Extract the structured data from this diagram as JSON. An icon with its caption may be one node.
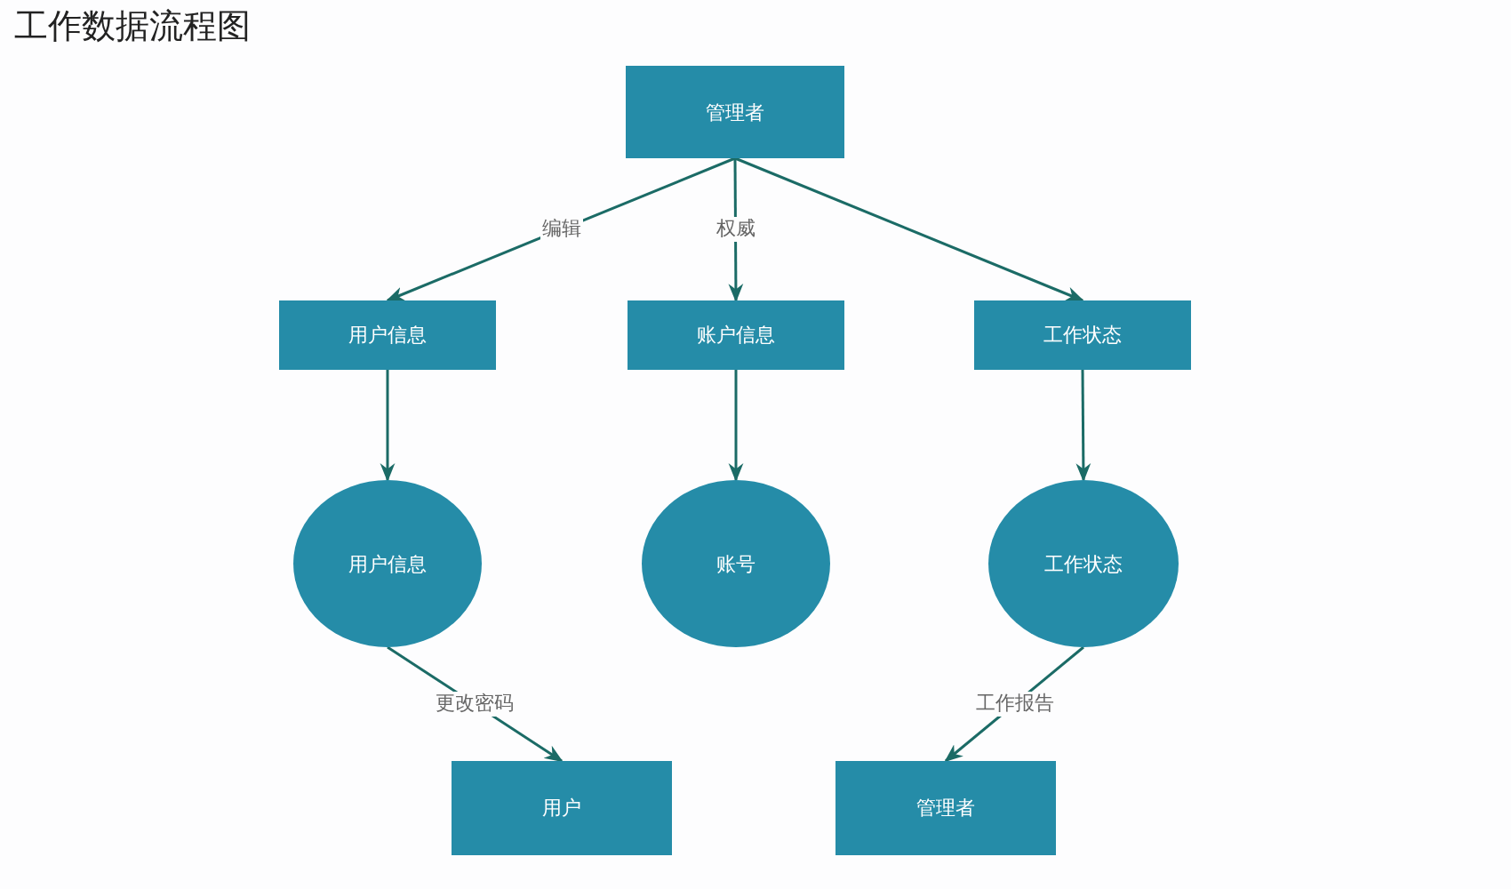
{
  "diagram": {
    "title": "工作数据流程图",
    "nodes": [
      {
        "text": [
          "管理者"
        ]
      },
      {
        "text": [
          "用户信息"
        ]
      },
      {
        "text": [
          "账户信息"
        ]
      },
      {
        "text": [
          "工作状态"
        ]
      },
      {
        "text": [
          "用户信息"
        ]
      },
      {
        "text": [
          "账号"
        ]
      },
      {
        "text": [
          "工作状态"
        ]
      },
      {
        "text": [
          "用户"
        ]
      },
      {
        "text": [
          "管理者"
        ]
      }
    ],
    "edges": [
      {
        "from": 0,
        "to": 1,
        "arrow": "to",
        "label": "编辑"
      },
      {
        "from": 0,
        "to": 2,
        "arrow": "to",
        "label": "权威"
      },
      {
        "from": 0,
        "to": 3,
        "arrow": "to"
      },
      {
        "from": 1,
        "to": 4,
        "arrow": "to"
      },
      {
        "from": 2,
        "to": 5,
        "arrow": "to"
      },
      {
        "from": 3,
        "to": 6,
        "arrow": "to"
      },
      {
        "from": 4,
        "to": 7,
        "arrow": "to",
        "label": "更改密码"
      },
      {
        "from": 6,
        "to": 8,
        "arrow": "to",
        "label": "工作报告"
      }
    ]
  }
}
